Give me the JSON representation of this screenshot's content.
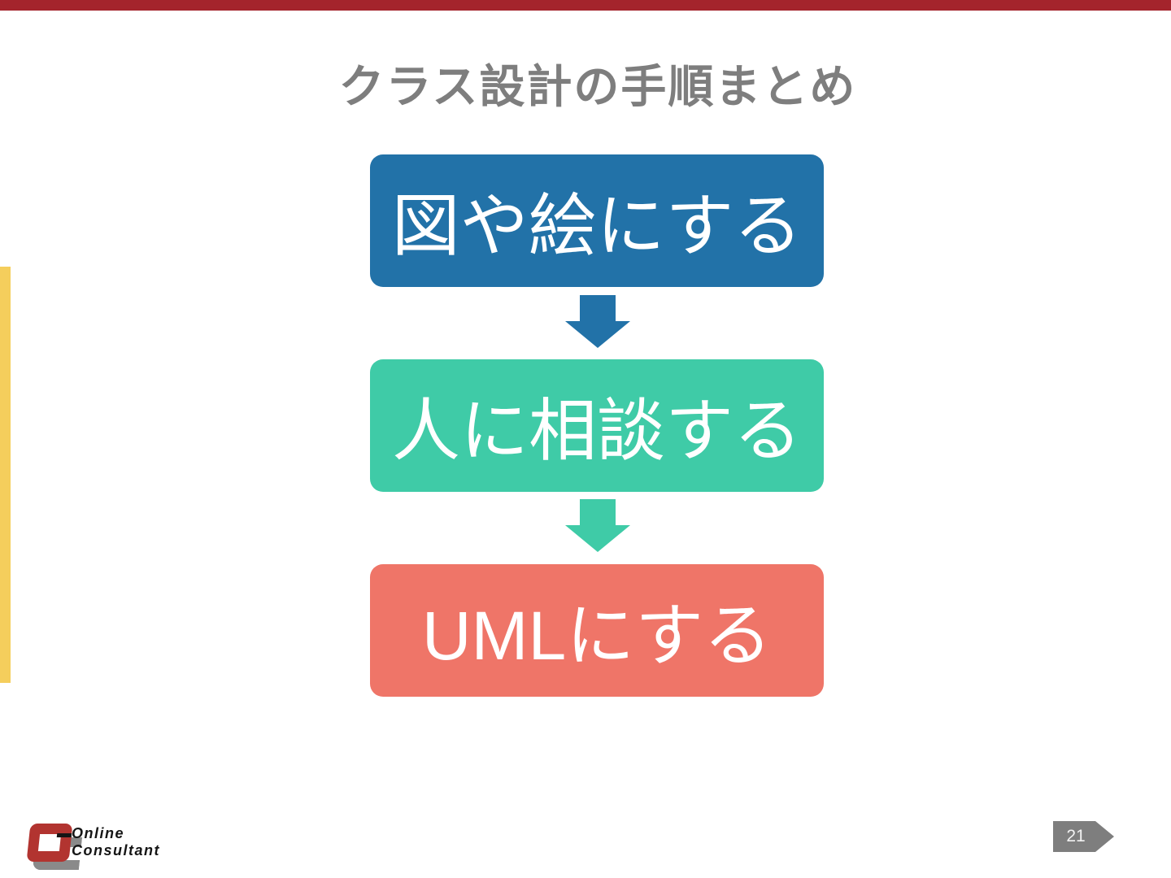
{
  "slide": {
    "title": "クラス設計の手順まとめ",
    "page_number": "21"
  },
  "flow": {
    "type": "vertical-flow-diagram",
    "steps": [
      {
        "label": "図や絵にする",
        "color": "#2272A8"
      },
      {
        "label": "人に相談する",
        "color": "#3FCBA7"
      },
      {
        "label": "UMLにする",
        "color": "#EF7568"
      }
    ],
    "arrow_colors": [
      "#2272A8",
      "#3FCBA7"
    ]
  },
  "footer": {
    "logo": {
      "line1": "Online",
      "line2": "Consultant"
    }
  },
  "colors": {
    "top_bar": "#A4242C",
    "left_accent": "#F5CE5C",
    "title_text": "#7E7E7E",
    "page_badge": "#7E7E7E",
    "logo_red": "#B23430",
    "logo_gray": "#8A8A8A",
    "box_text": "#FFFFFF"
  }
}
